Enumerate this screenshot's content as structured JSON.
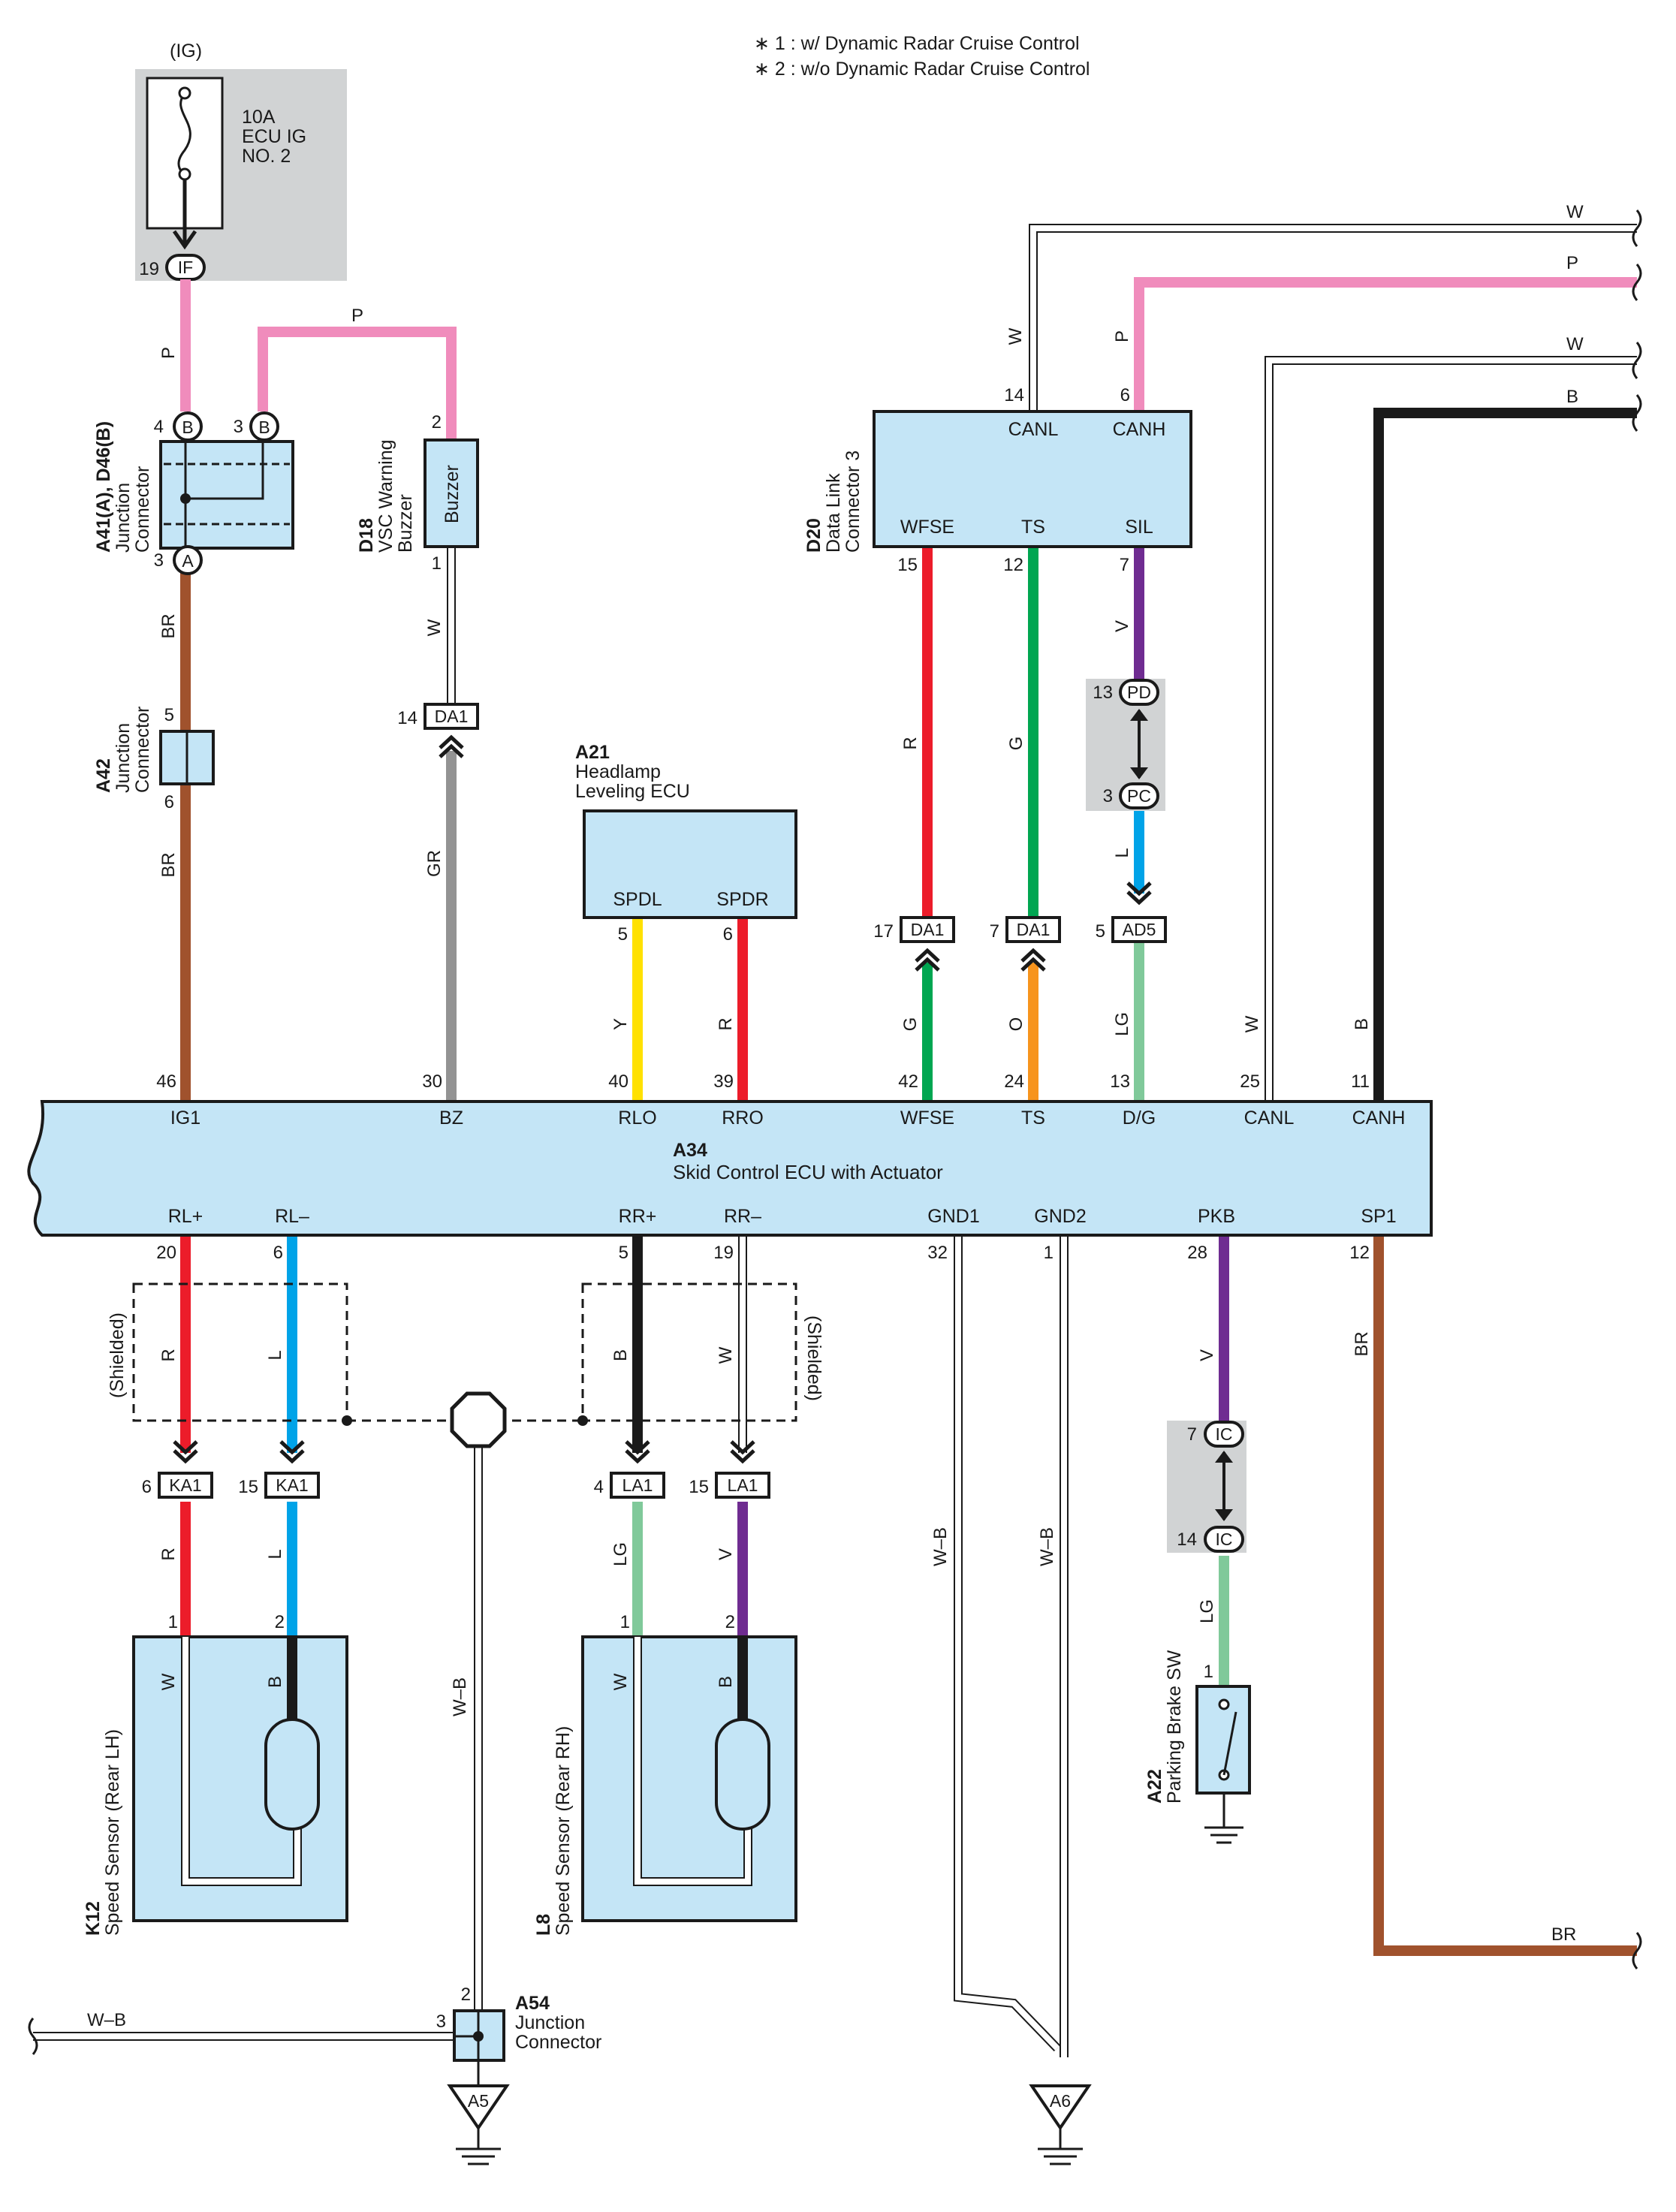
{
  "notes": [
    "∗ 1 : w/ Dynamic Radar Cruise Control",
    "∗ 2 : w/o Dynamic Radar Cruise Control"
  ],
  "fuse": {
    "source": "(IG)",
    "rating": "10A",
    "name1": "ECU IG",
    "name2": "NO. 2",
    "connector": "IF",
    "pin": "19"
  },
  "junction_a41": {
    "ref": "A41(A), D46(B)",
    "name1": "Junction",
    "name2": "Connector",
    "pin_b4": "4",
    "pin_b3": "3",
    "pin_a3": "3",
    "code_b": "B",
    "code_a": "A"
  },
  "junction_a42": {
    "ref": "A42",
    "name1": "Junction",
    "name2": "Connector",
    "pin_top": "5",
    "pin_bottom": "6"
  },
  "buzzer": {
    "ref": "D18",
    "name1": "VSC Warning",
    "name2": "Buzzer",
    "label": "Buzzer",
    "pin_top": "2",
    "pin_bottom": "1"
  },
  "dlc": {
    "ref": "D20",
    "name1": "Data Link",
    "name2": "Connector 3",
    "canl": "CANL",
    "canh": "CANH",
    "wfse": "WFSE",
    "ts": "TS",
    "sil": "SIL",
    "pin_canl": "14",
    "pin_canh": "6",
    "pin_wfse": "15",
    "pin_ts": "12",
    "pin_sil": "7"
  },
  "headlamp": {
    "ref": "A21",
    "name1": "Headlamp",
    "name2": "Leveling ECU",
    "spdl": "SPDL",
    "spdr": "SPDR",
    "pin_spdl": "5",
    "pin_spdr": "6"
  },
  "ecu": {
    "ref": "A34",
    "name": "Skid Control ECU with Actuator",
    "top_pins": [
      {
        "sig": "IG1",
        "pin": "46"
      },
      {
        "sig": "BZ",
        "pin": "30"
      },
      {
        "sig": "RLO",
        "pin": "40"
      },
      {
        "sig": "RRO",
        "pin": "39"
      },
      {
        "sig": "WFSE",
        "pin": "42"
      },
      {
        "sig": "TS",
        "pin": "24"
      },
      {
        "sig": "D/G",
        "pin": "13"
      },
      {
        "sig": "CANL",
        "pin": "25"
      },
      {
        "sig": "CANH",
        "pin": "11"
      }
    ],
    "bottom_pins": [
      {
        "sig": "RL+",
        "pin": "20"
      },
      {
        "sig": "RL–",
        "pin": "6"
      },
      {
        "sig": "RR+",
        "pin": "5"
      },
      {
        "sig": "RR–",
        "pin": "19"
      },
      {
        "sig": "GND1",
        "pin": "32"
      },
      {
        "sig": "GND2",
        "pin": "1"
      },
      {
        "sig": "PKB",
        "pin": "28"
      },
      {
        "sig": "SP1",
        "pin": "12"
      }
    ]
  },
  "connectors": {
    "da1_bz": {
      "code": "DA1",
      "pin": "14"
    },
    "da1_wfse": {
      "code": "DA1",
      "pin": "17"
    },
    "da1_ts": {
      "code": "DA1",
      "pin": "7"
    },
    "ad5": {
      "code": "AD5",
      "pin": "5"
    },
    "pd": {
      "code": "PD",
      "pin": "13"
    },
    "pc": {
      "code": "PC",
      "pin": "3"
    },
    "ka1_r": {
      "code": "KA1",
      "pin": "6"
    },
    "ka1_l": {
      "code": "KA1",
      "pin": "15"
    },
    "la1_b": {
      "code": "LA1",
      "pin": "4"
    },
    "la1_w": {
      "code": "LA1",
      "pin": "15"
    },
    "ic_top": {
      "code": "IC",
      "pin": "7"
    },
    "ic_bottom": {
      "code": "IC",
      "pin": "14"
    }
  },
  "wire_colors": {
    "P": "P",
    "BR": "BR",
    "W": "W",
    "GR": "GR",
    "R": "R",
    "G": "G",
    "V": "V",
    "L": "L",
    "LG": "LG",
    "O": "O",
    "Y": "Y",
    "B": "B",
    "WB": "W–B"
  },
  "shielded": "(Shielded)",
  "sensor_lh": {
    "ref": "K12",
    "name": "Speed Sensor (Rear LH)",
    "pin1": "1",
    "pin2": "2"
  },
  "sensor_rh": {
    "ref": "L8",
    "name": "Speed Sensor (Rear RH)",
    "pin1": "1",
    "pin2": "2"
  },
  "parking": {
    "ref": "A22",
    "name": "Parking Brake SW",
    "pin": "1"
  },
  "junction_a54": {
    "ref": "A54",
    "name1": "Junction",
    "name2": "Connector",
    "pin_top": "2",
    "pin_left": "3"
  },
  "grounds": {
    "a5": "A5",
    "a6": "A6"
  },
  "colors": {
    "pink": "#f08cbc",
    "brown": "#a0522d",
    "gray": "#939393",
    "red": "#ec1c2a",
    "green": "#00a651",
    "violet": "#6f2c91",
    "blue": "#00a3e8",
    "lightgreen": "#80c99a",
    "orange": "#f7941d",
    "yellow": "#ffe100",
    "black": "#1a1a1a",
    "component": "#c4e5f6",
    "shade": "#d1d3d4"
  }
}
